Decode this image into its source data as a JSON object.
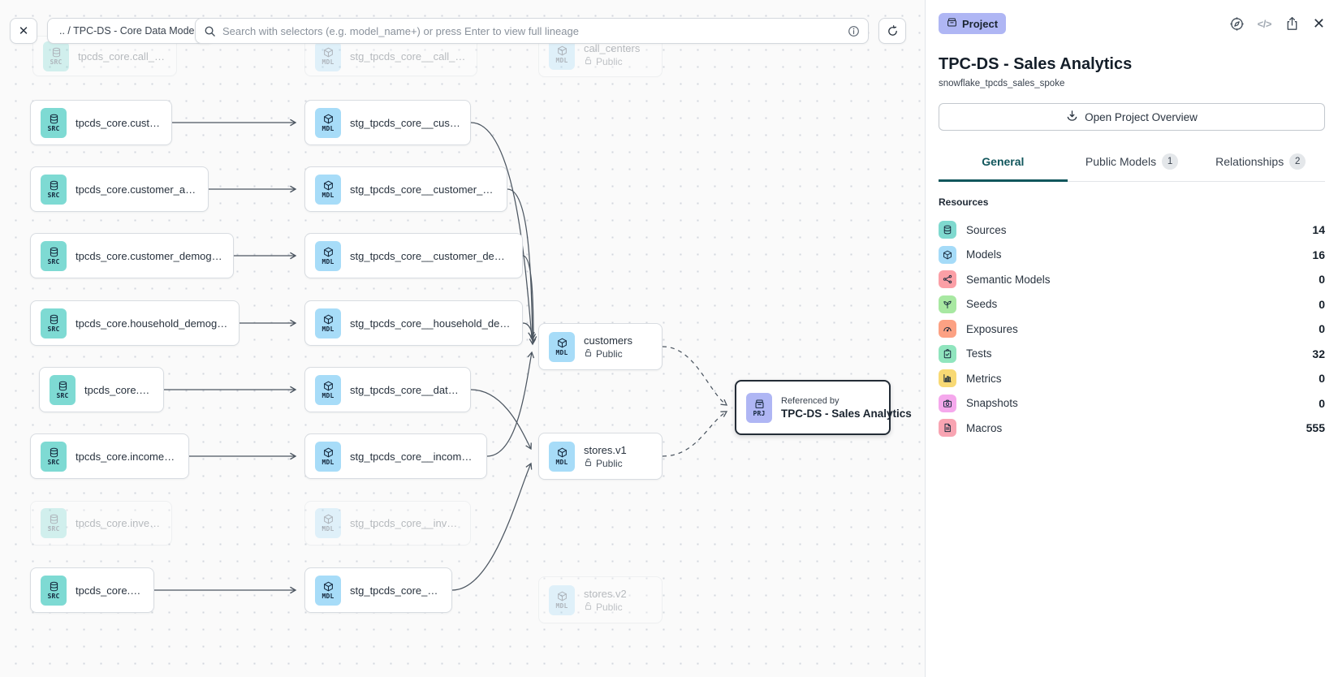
{
  "topbar": {
    "close": "✕",
    "breadcrumb": ".. / TPC-DS - Core Data Models",
    "search_placeholder": "Search with selectors (e.g. model_name+) or press Enter to view full lineage",
    "code_icon_text": "</>"
  },
  "panel": {
    "badge": "Project",
    "title": "TPC-DS - Sales Analytics",
    "subtitle": "snowflake_tpcds_sales_spoke",
    "overview_button": "Open Project Overview",
    "tabs": [
      {
        "label": "General",
        "badge": ""
      },
      {
        "label": "Public Models",
        "badge": "1"
      },
      {
        "label": "Relationships",
        "badge": "2"
      }
    ],
    "resources_header": "Resources",
    "resources": [
      {
        "icon": "database",
        "color": "#7FD9CF",
        "label": "Sources",
        "count": "14"
      },
      {
        "icon": "cube",
        "color": "#A5DBF8",
        "label": "Models",
        "count": "16"
      },
      {
        "icon": "semantic",
        "color": "#FB9FA6",
        "label": "Semantic Models",
        "count": "0"
      },
      {
        "icon": "seed",
        "color": "#A8E8A2",
        "label": "Seeds",
        "count": "0"
      },
      {
        "icon": "gauge",
        "color": "#FCA183",
        "label": "Exposures",
        "count": "0"
      },
      {
        "icon": "clipboard",
        "color": "#90E5BE",
        "label": "Tests",
        "count": "32"
      },
      {
        "icon": "barchart",
        "color": "#F8D974",
        "label": "Metrics",
        "count": "0"
      },
      {
        "icon": "camera",
        "color": "#F5A8EC",
        "label": "Snapshots",
        "count": "0"
      },
      {
        "icon": "document",
        "color": "#F8A4B2",
        "label": "Macros",
        "count": "555"
      }
    ]
  },
  "canvas": {
    "public_label": "Public",
    "nodes": [
      {
        "id": "src-call-center",
        "kind": "src",
        "chip": "SRC",
        "label": "tpcds_core.call_center",
        "faded": true
      },
      {
        "id": "src-customer",
        "kind": "src",
        "chip": "SRC",
        "label": "tpcds_core.customer"
      },
      {
        "id": "src-customer-address",
        "kind": "src",
        "chip": "SRC",
        "label": "tpcds_core.customer_address"
      },
      {
        "id": "src-customer-demographics",
        "kind": "src",
        "chip": "SRC",
        "label": "tpcds_core.customer_demographics"
      },
      {
        "id": "src-household-demographics",
        "kind": "src",
        "chip": "SRC",
        "label": "tpcds_core.household_demographics"
      },
      {
        "id": "src-date-dim",
        "kind": "src",
        "chip": "SRC",
        "label": "tpcds_core.date_dim"
      },
      {
        "id": "src-income-band",
        "kind": "src",
        "chip": "SRC",
        "label": "tpcds_core.income_band"
      },
      {
        "id": "src-inventory",
        "kind": "src",
        "chip": "SRC",
        "label": "tpcds_core.inventory",
        "faded": true
      },
      {
        "id": "src-store",
        "kind": "src",
        "chip": "SRC",
        "label": "tpcds_core.store"
      },
      {
        "id": "stg-call-center",
        "kind": "mdl",
        "chip": "MDL",
        "label": "stg_tpcds_core__call_center",
        "faded": true
      },
      {
        "id": "stg-customer",
        "kind": "mdl",
        "chip": "MDL",
        "label": "stg_tpcds_core__customer"
      },
      {
        "id": "stg-customer-address",
        "kind": "mdl",
        "chip": "MDL",
        "label": "stg_tpcds_core__customer_address"
      },
      {
        "id": "stg-customer-demographics",
        "kind": "mdl",
        "chip": "MDL",
        "label": "stg_tpcds_core__customer_demogra…"
      },
      {
        "id": "stg-household-demographics",
        "kind": "mdl",
        "chip": "MDL",
        "label": "stg_tpcds_core__household_demogr…"
      },
      {
        "id": "stg-date-dim",
        "kind": "mdl",
        "chip": "MDL",
        "label": "stg_tpcds_core__date_dim"
      },
      {
        "id": "stg-income-band",
        "kind": "mdl",
        "chip": "MDL",
        "label": "stg_tpcds_core__income_band"
      },
      {
        "id": "stg-inventory",
        "kind": "mdl",
        "chip": "MDL",
        "label": "stg_tpcds_core__inventory",
        "faded": true
      },
      {
        "id": "stg-store",
        "kind": "mdl",
        "chip": "MDL",
        "label": "stg_tpcds_core__store"
      },
      {
        "id": "mdl-call-centers",
        "kind": "mdl",
        "chip": "MDL",
        "label": "call_centers",
        "public": true,
        "faded": true
      },
      {
        "id": "mdl-customers",
        "kind": "mdl",
        "chip": "MDL",
        "label": "customers",
        "public": true
      },
      {
        "id": "mdl-stores-v1",
        "kind": "mdl",
        "chip": "MDL",
        "label": "stores.v1",
        "public": true
      },
      {
        "id": "mdl-stores-v2",
        "kind": "mdl",
        "chip": "MDL",
        "label": "stores.v2",
        "public": true,
        "faded": true
      },
      {
        "id": "prj-sales-analytics",
        "kind": "prj",
        "chip": "PRJ",
        "pretitle": "Referenced by",
        "label": "TPC-DS - Sales Analytics",
        "selected": true
      }
    ]
  }
}
